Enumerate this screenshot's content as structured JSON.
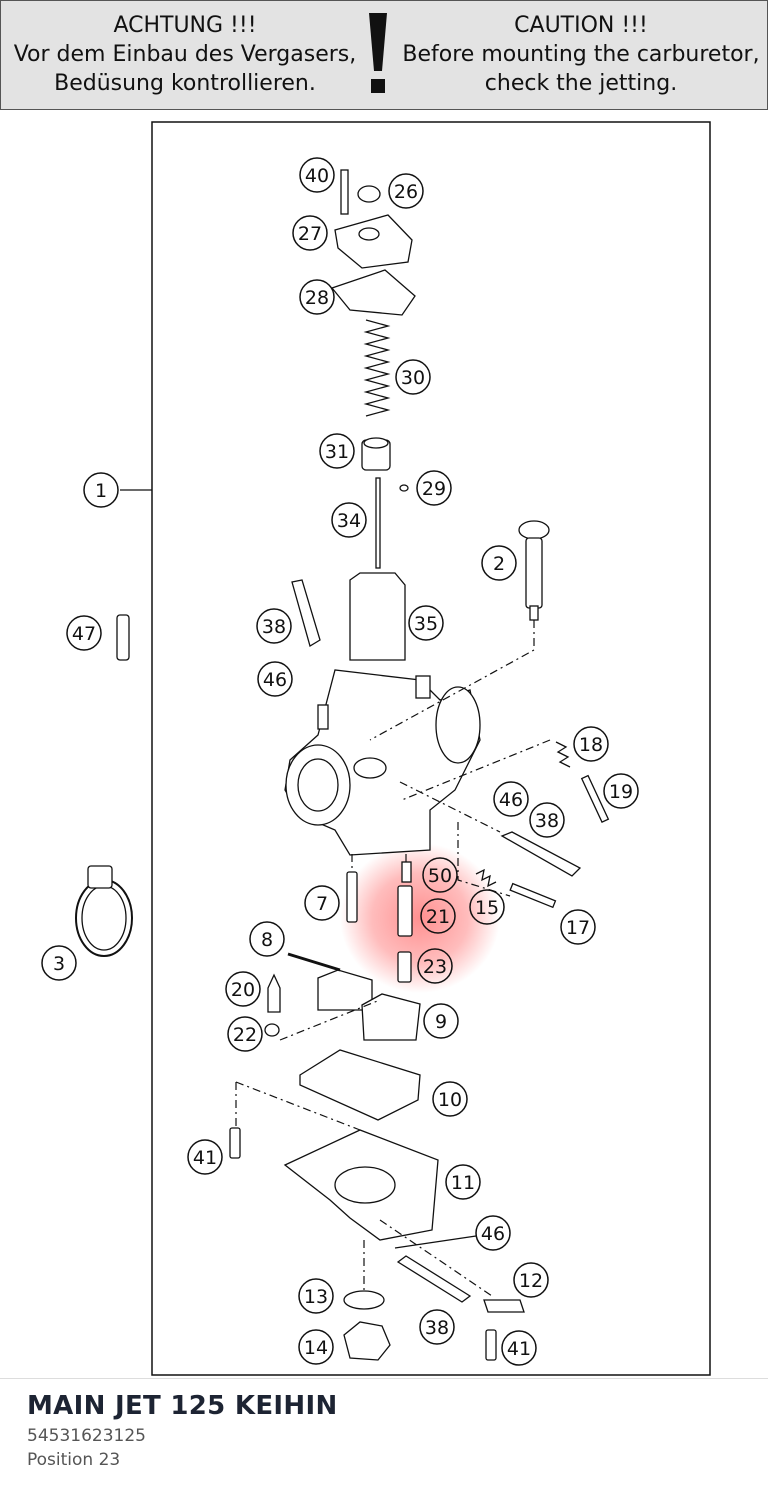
{
  "banner": {
    "left_lines": [
      "ACHTUNG !!!",
      "Vor dem Einbau des Vergasers,",
      "Bedüsung kontrollieren."
    ],
    "right_lines": [
      "CAUTION !!!",
      "Before mounting the carburetor,",
      "check the jetting."
    ]
  },
  "diagram": {
    "callouts": [
      "1",
      "2",
      "3",
      "7",
      "8",
      "9",
      "10",
      "11",
      "12",
      "13",
      "14",
      "15",
      "17",
      "18",
      "19",
      "20",
      "21",
      "22",
      "23",
      "26",
      "27",
      "28",
      "29",
      "30",
      "31",
      "34",
      "35",
      "38",
      "38",
      "38",
      "40",
      "41",
      "41",
      "46",
      "46",
      "46",
      "47",
      "50"
    ],
    "highlight_color": "#ff6b6b",
    "highlighted": [
      "50",
      "21",
      "15",
      "23"
    ]
  },
  "footer": {
    "title": "MAIN JET 125 KEIHIN",
    "part_number": "54531623125",
    "position": "Position 23"
  }
}
